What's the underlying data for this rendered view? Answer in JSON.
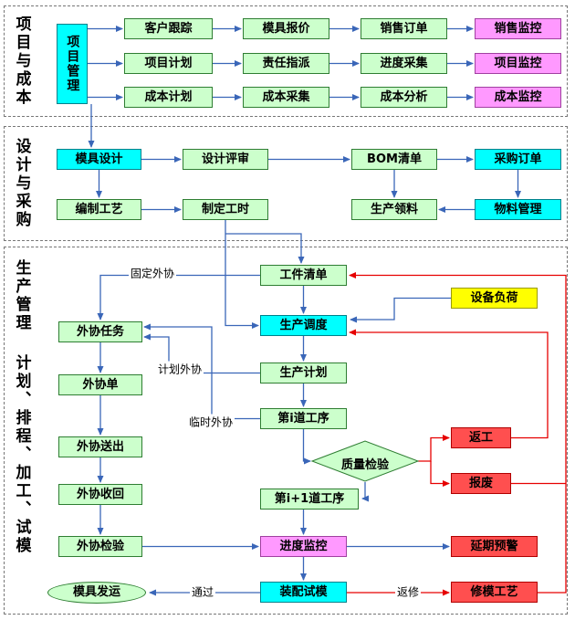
{
  "sections": {
    "s1": {
      "label": "项目与成本"
    },
    "s2": {
      "label": "设计与采购"
    },
    "s3": {
      "label_line1": "生产管理",
      "label_line2": "计划、排程、加工、试模"
    }
  },
  "nodes": {
    "project_mgmt": "项目管理",
    "customer_tracking": "客户跟踪",
    "mold_quote": "模具报价",
    "sales_order": "销售订单",
    "sales_monitor": "销售监控",
    "project_plan": "项目计划",
    "duty_assign": "责任指派",
    "progress_collect": "进度采集",
    "project_monitor": "项目监控",
    "cost_plan": "成本计划",
    "cost_collect": "成本采集",
    "cost_analysis": "成本分析",
    "cost_monitor": "成本监控",
    "mold_design": "模具设计",
    "design_review": "设计评审",
    "bom_list": "BOM清单",
    "purchase_order": "采购订单",
    "process_prep": "编制工艺",
    "work_hours": "制定工时",
    "material_req": "生产领料",
    "material_mgmt": "物料管理",
    "workpiece_list": "工件清单",
    "equipment_load": "设备负荷",
    "prod_dispatch": "生产调度",
    "outsource_task": "外协任务",
    "prod_plan": "生产计划",
    "outsource_order": "外协单",
    "process_i": "第i道工序",
    "quality_check": "质量检验",
    "rework": "返工",
    "scrap": "报废",
    "process_i1": "第i+1道工序",
    "outsource_send": "外协送出",
    "outsource_return": "外协收回",
    "outsource_inspect": "外协检验",
    "progress_monitor": "进度监控",
    "delay_warning": "延期预警",
    "mold_ship": "模具发运",
    "assembly_trial": "装配试模",
    "mold_repair": "修模工艺"
  },
  "edge_labels": {
    "fixed_outsource": "固定外协",
    "planned_outsource": "计划外协",
    "temp_outsource": "临时外协",
    "pass": "通过",
    "repair": "返修"
  },
  "colors": {
    "box_green": "#ccffcc",
    "box_cyan": "#00ffff",
    "box_magenta": "#ff99ff",
    "box_red": "#ff4f4f",
    "box_yellow": "#ffff00",
    "arrow_blue": "#3a66b8",
    "arrow_red": "#e60000"
  }
}
